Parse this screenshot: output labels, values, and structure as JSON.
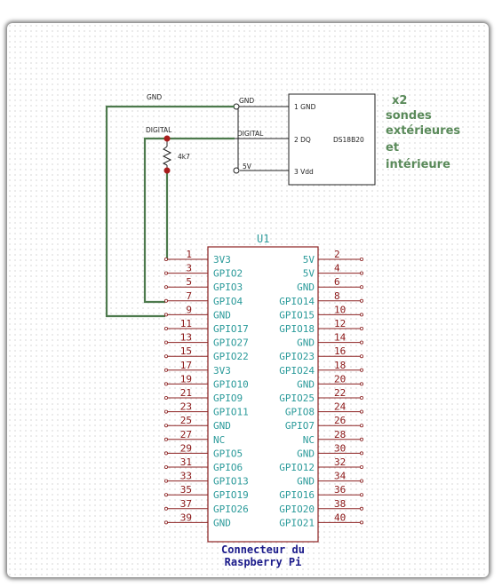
{
  "sensor": {
    "net_gnd": "GND",
    "net_digital": "DIGITAL",
    "pin_gnd": "GND",
    "pin_digital": "DIGITAL",
    "pin_5v": "5V",
    "resistor_value": "4k7",
    "chip_pins": [
      "1 GND",
      "2 DQ",
      "3 Vdd"
    ],
    "chip_name": "DS18B20"
  },
  "note": {
    "lines": [
      "x2",
      "sondes",
      "extérieures",
      "et",
      "intérieure"
    ]
  },
  "connector": {
    "ref": "U1",
    "footer_lines": [
      "Connecteur du",
      "Raspberry Pi"
    ],
    "left_pins": [
      {
        "num": "1",
        "name": "3V3"
      },
      {
        "num": "3",
        "name": "GPIO2"
      },
      {
        "num": "5",
        "name": "GPIO3"
      },
      {
        "num": "7",
        "name": "GPIO4"
      },
      {
        "num": "9",
        "name": "GND"
      },
      {
        "num": "11",
        "name": "GPIO17"
      },
      {
        "num": "13",
        "name": "GPIO27"
      },
      {
        "num": "15",
        "name": "GPIO22"
      },
      {
        "num": "17",
        "name": "3V3"
      },
      {
        "num": "19",
        "name": "GPIO10"
      },
      {
        "num": "21",
        "name": "GPIO9"
      },
      {
        "num": "23",
        "name": "GPIO11"
      },
      {
        "num": "25",
        "name": "GND"
      },
      {
        "num": "27",
        "name": "NC"
      },
      {
        "num": "29",
        "name": "GPIO5"
      },
      {
        "num": "31",
        "name": "GPIO6"
      },
      {
        "num": "33",
        "name": "GPIO13"
      },
      {
        "num": "35",
        "name": "GPIO19"
      },
      {
        "num": "37",
        "name": "GPIO26"
      },
      {
        "num": "39",
        "name": "GND"
      }
    ],
    "right_pins": [
      {
        "num": "2",
        "name": "5V"
      },
      {
        "num": "4",
        "name": "5V"
      },
      {
        "num": "6",
        "name": "GND"
      },
      {
        "num": "8",
        "name": "GPIO14"
      },
      {
        "num": "10",
        "name": "GPIO15"
      },
      {
        "num": "12",
        "name": "GPIO18"
      },
      {
        "num": "14",
        "name": "GND"
      },
      {
        "num": "16",
        "name": "GPIO23"
      },
      {
        "num": "18",
        "name": "GPIO24"
      },
      {
        "num": "20",
        "name": "GND"
      },
      {
        "num": "22",
        "name": "GPIO25"
      },
      {
        "num": "24",
        "name": "GPIO8"
      },
      {
        "num": "26",
        "name": "GPIO7"
      },
      {
        "num": "28",
        "name": "NC"
      },
      {
        "num": "30",
        "name": "GND"
      },
      {
        "num": "32",
        "name": "GPIO12"
      },
      {
        "num": "34",
        "name": "GND"
      },
      {
        "num": "36",
        "name": "GPIO16"
      },
      {
        "num": "38",
        "name": "GPIO20"
      },
      {
        "num": "40",
        "name": "GPIO21"
      }
    ]
  },
  "colors": {
    "wire": "#4d7a4d",
    "body": "#8b2020",
    "pin_line": "#8b2020",
    "pin_name": "#2a9a9a",
    "footer": "#1a1a8a",
    "note": "#5a8a5a"
  }
}
